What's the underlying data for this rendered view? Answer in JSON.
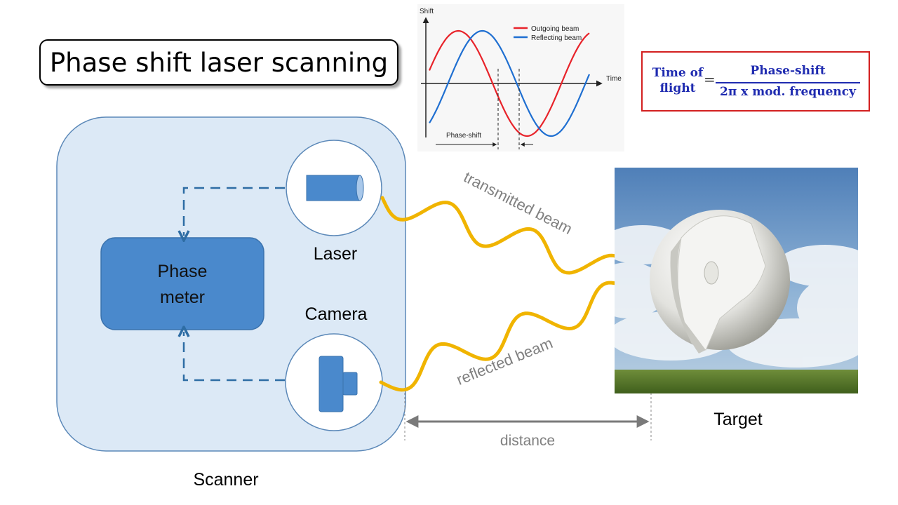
{
  "title": "Phase shift laser scanning",
  "formula": {
    "lhs_line1": "Time of",
    "lhs_line2": "flight",
    "equals": "=",
    "numerator": "Phase-shift",
    "denominator": "2π x mod. frequency"
  },
  "wave_graph": {
    "y_axis_label": "Shift",
    "x_axis_label": "Time",
    "legend": [
      {
        "name": "Outgoing beam",
        "color": "#e8232a"
      },
      {
        "name": "Reflecting beam",
        "color": "#1f6fd1"
      }
    ],
    "shift_label": "Phase-shift"
  },
  "scanner": {
    "label": "Scanner",
    "phase_meter_line1": "Phase",
    "phase_meter_line2": "meter",
    "laser_label": "Laser",
    "camera_label": "Camera"
  },
  "beams": {
    "transmitted": "transmitted beam",
    "reflected": "reflected beam",
    "distance": "distance",
    "beam_color": "#f0b400"
  },
  "target": {
    "label": "Target"
  },
  "colors": {
    "scanner_fill": "#dce9f6",
    "scanner_stroke": "#5b88b8",
    "component_fill": "#4a89cc",
    "arrow_color": "#2e6da4",
    "text_gray": "#808080"
  }
}
